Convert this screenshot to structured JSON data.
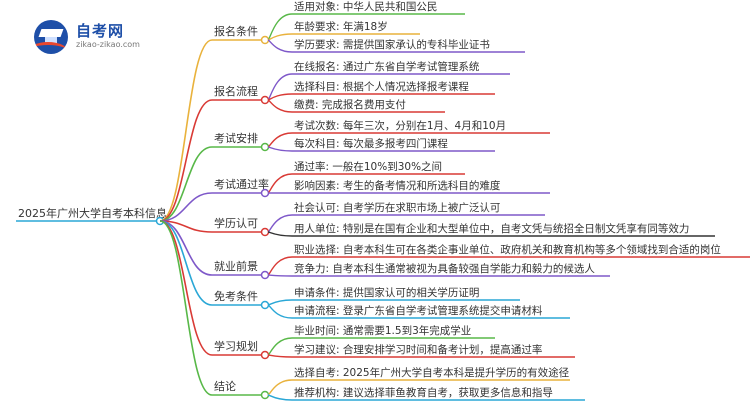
{
  "logo": {
    "title": "自考网",
    "url": "zikao-zikao.com"
  },
  "root": "2025年广州大学自考本科信息",
  "branches": [
    {
      "label": "报名条件",
      "color": "#e9b23c",
      "leaves": [
        {
          "text": "适用对象: 中华人民共和国公民",
          "color": "#58b848"
        },
        {
          "text": "年龄要求: 年满18岁",
          "color": "#e9b23c"
        },
        {
          "text": "学历要求: 需提供国家承认的专科毕业证书",
          "color": "#7e58c9"
        }
      ]
    },
    {
      "label": "报名流程",
      "color": "#d93a35",
      "leaves": [
        {
          "text": "在线报名: 通过广东省自学考试管理系统",
          "color": "#7e58c9"
        },
        {
          "text": "选择科目: 根据个人情况选择报考课程",
          "color": "#d93a35"
        },
        {
          "text": "缴费: 完成报名费用支付",
          "color": "#d93a35"
        }
      ]
    },
    {
      "label": "考试安排",
      "color": "#58b848",
      "leaves": [
        {
          "text": "考试次数: 每年三次，分别在1月、4月和10月",
          "color": "#d93a35"
        },
        {
          "text": "每次科目: 每次最多报考四门课程",
          "color": "#7e58c9"
        }
      ]
    },
    {
      "label": "考试通过率",
      "color": "#7e58c9",
      "leaves": [
        {
          "text": "通过率: 一般在10%到30%之间",
          "color": "#d93a35"
        },
        {
          "text": "影响因素: 考生的备考情况和所选科目的难度",
          "color": "#7e58c9"
        }
      ]
    },
    {
      "label": "学历认可",
      "color": "#d93a35",
      "leaves": [
        {
          "text": "社会认可: 自考学历在求职市场上被广泛认可",
          "color": "#7e58c9"
        },
        {
          "text": "用人单位: 特别是在国有企业和大型单位中，自考文凭与统招全日制文凭享有同等效力",
          "color": "#333333"
        }
      ]
    },
    {
      "label": "就业前景",
      "color": "#7e58c9",
      "leaves": [
        {
          "text": "职业选择: 自考本科生可在各类企事业单位、政府机关和教育机构等多个领域找到合适的岗位",
          "color": "#d93a35"
        },
        {
          "text": "竞争力: 自考本科生通常被视为具备较强自学能力和毅力的候选人",
          "color": "#7e58c9"
        }
      ]
    },
    {
      "label": "免考条件",
      "color": "#2aa7d6",
      "leaves": [
        {
          "text": "申请条件: 提供国家认可的相关学历证明",
          "color": "#2aa7d6"
        },
        {
          "text": "申请流程: 登录广东省自学考试管理系统提交申请材料",
          "color": "#2aa7d6"
        }
      ]
    },
    {
      "label": "学习规划",
      "color": "#d93a35",
      "leaves": [
        {
          "text": "毕业时间: 通常需要1.5到3年完成学业",
          "color": "#58b848"
        },
        {
          "text": "学习建议: 合理安排学习时间和备考计划，提高通过率",
          "color": "#d93a35"
        }
      ]
    },
    {
      "label": "结论",
      "color": "#58b848",
      "leaves": [
        {
          "text": "选择自考: 2025年广州大学自考本科是提升学历的有效途径",
          "color": "#e9b23c"
        },
        {
          "text": "推荐机构: 建议选择菲鱼教育自考，获取更多信息和指导",
          "color": "#2aa7d6"
        }
      ]
    }
  ]
}
